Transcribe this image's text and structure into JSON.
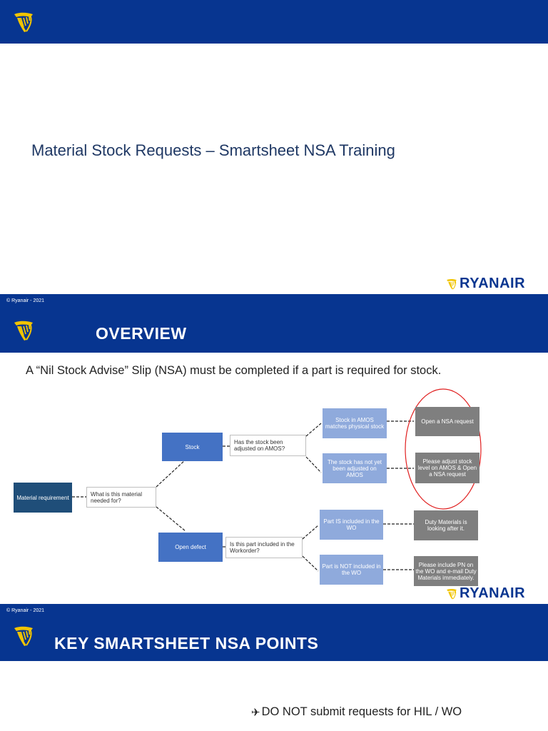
{
  "slide1": {
    "title": "Material Stock Requests – Smartsheet NSA Training",
    "brand": "RYANAIR",
    "footer": "© Ryanair - 2021"
  },
  "slide2": {
    "title": "OVERVIEW",
    "intro": "A “Nil Stock Advise” Slip (NSA) must be completed if a part is required for stock.",
    "brand": "RYANAIR",
    "footer": "© Ryanair - 2021",
    "flow": {
      "material_requirement": "Material requirement",
      "q_needed_for": "What is this material needed for?",
      "stock": "Stock",
      "open_defect": "Open defect",
      "q_stock_adjusted": "Has the stock been adjusted on AMOS?",
      "q_part_included": "Is this part included in the Workorder?",
      "stock_matches": "Stock in AMOS matches physical stock",
      "stock_not_adjusted": "The stock has not yet been adjusted on AMOS",
      "part_is_included": "Part IS included in the WO",
      "part_not_included": "Part is NOT included in the WO",
      "open_nsa": "Open a NSA request",
      "adjust_stock": "Please adjust stock level on AMOS & Open a NSA request",
      "duty_looking": "Duty Materials is looking after it.",
      "include_pn": "Please include PN on the WO and e-mail Duty Materials immediately."
    }
  },
  "slide3": {
    "title": "KEY SMARTSHEET NSA POINTS",
    "bullet1": "DO NOT submit requests for HIL / WO"
  },
  "colors": {
    "brand_blue": "#073590",
    "brand_gold": "#f1c400",
    "highlight_red": "#e02020"
  }
}
